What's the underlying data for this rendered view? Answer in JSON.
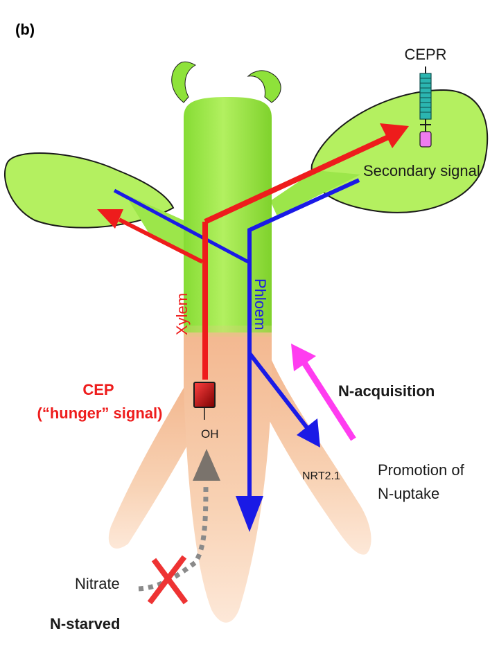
{
  "panel_label": "(b)",
  "labels": {
    "cepr": "CEPR",
    "secondary_signal": "Secondary signal",
    "xylem": "Xylem",
    "phloem": "Phloem",
    "cep_line1": "CEP",
    "cep_line2": "(“hunger” signal)",
    "oh": "OH",
    "n_acquisition": "N-acquisition",
    "nrt": "NRT2.1",
    "promotion_line1": "Promotion of",
    "promotion_line2": "N-uptake",
    "nitrate": "Nitrate",
    "n_starved": "N-starved"
  },
  "colors": {
    "shoot_green": "#8ee23a",
    "leaf_green": "#b4f060",
    "root_peach": "#f6c29b",
    "xylem_red": "#ee1c1c",
    "phloem_blue": "#1a1ae6",
    "acquisition_magenta": "#ff3cf0",
    "signal_grey": "#8a8a8a",
    "receptor_teal": "#2bb5b0",
    "receptor_pink": "#ee7cee",
    "cross_red": "#ee3333"
  },
  "icons": [
    "cep-peptide-icon",
    "cepr-receptor-icon",
    "blocked-cross-icon"
  ]
}
